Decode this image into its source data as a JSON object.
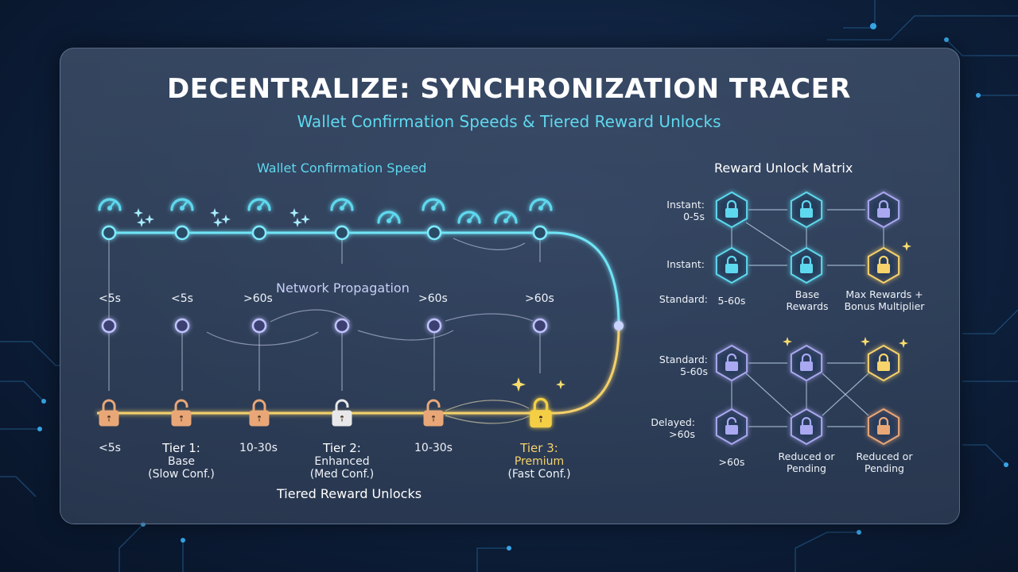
{
  "title": "DECENTRALIZE: SYNCHRONIZATION TRACER",
  "subtitle": "Wallet Confirmation Speeds & Tiered Reward Unlocks",
  "speed_section": {
    "label": "Wallet Confirmation Speed"
  },
  "propagation": {
    "label": "Network Propagation",
    "labels": [
      "<5s",
      "<5s",
      ">60s",
      ">60s",
      ">60s"
    ]
  },
  "tiers": {
    "label": "Tiered Reward Unlocks",
    "bottom_times": [
      "<5s",
      "10-30s",
      "10-30s"
    ],
    "tier1": {
      "head": "Tier 1:",
      "name": "Base",
      "note": "(Slow Conf.)"
    },
    "tier2": {
      "head": "Tier 2:",
      "name": "Enhanced",
      "note": "(Med Conf.)"
    },
    "tier3": {
      "head": "Tier 3:",
      "name": "Premium",
      "note": "(Fast Conf.)"
    }
  },
  "matrix": {
    "title": "Reward Unlock Matrix",
    "row_labels": {
      "instant_0_5s": "Instant:\n0-5s",
      "instant": "Instant:",
      "standard": "Standard:",
      "standard_5_60s": "Standard:\n5-60s",
      "delayed": "Delayed:\n>60s"
    },
    "range_5_60s": "5-60s",
    "range_over_60s": ">60s",
    "base_rewards": "Base\nRewards",
    "max_rewards": "Max Rewards +\nBonus Multiplier",
    "reduced_1": "Reduced or\nPending",
    "reduced_2": "Reduced or\nPending"
  },
  "colors": {
    "cyan": "#5ed8ee",
    "violet": "#a9a8f0",
    "gold": "#f6d36b",
    "peach": "#e9a777"
  }
}
